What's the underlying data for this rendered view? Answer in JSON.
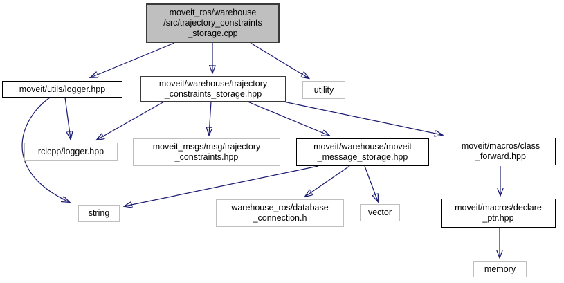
{
  "diagram": {
    "kind": "doxygen-include-dependency-graph",
    "colors": {
      "edge": "#191970",
      "current_node_fill": "#bfbfbf",
      "internal_node_border": "#000000",
      "external_node_border": "#bfbfbf",
      "text": "#000000",
      "background": "#ffffff"
    }
  },
  "nodes": [
    {
      "id": "cpp",
      "label": "moveit_ros/warehouse\n/src/trajectory_constraints\n_storage.cpp",
      "kind": "current"
    },
    {
      "id": "utils-logger",
      "label": "moveit/utils/logger.hpp",
      "kind": "internal"
    },
    {
      "id": "traj-storage",
      "label": "moveit/warehouse/trajectory\n_constraints_storage.hpp",
      "kind": "internal-main"
    },
    {
      "id": "utility",
      "label": "utility",
      "kind": "external"
    },
    {
      "id": "rclcpp-logger",
      "label": "rclcpp/logger.hpp",
      "kind": "external"
    },
    {
      "id": "msgs-traj",
      "label": "moveit_msgs/msg/trajectory\n_constraints.hpp",
      "kind": "external"
    },
    {
      "id": "msg-storage",
      "label": "moveit/warehouse/moveit\n_message_storage.hpp",
      "kind": "internal"
    },
    {
      "id": "class-forward",
      "label": "moveit/macros/class\n_forward.hpp",
      "kind": "internal"
    },
    {
      "id": "string",
      "label": "string",
      "kind": "external"
    },
    {
      "id": "db-connection",
      "label": "warehouse_ros/database\n_connection.h",
      "kind": "external"
    },
    {
      "id": "vector",
      "label": "vector",
      "kind": "external"
    },
    {
      "id": "declare-ptr",
      "label": "moveit/macros/declare\n_ptr.hpp",
      "kind": "internal"
    },
    {
      "id": "memory",
      "label": "memory",
      "kind": "external"
    }
  ],
  "edges": [
    {
      "from": "cpp",
      "to": "utils-logger"
    },
    {
      "from": "cpp",
      "to": "traj-storage"
    },
    {
      "from": "cpp",
      "to": "utility"
    },
    {
      "from": "utils-logger",
      "to": "rclcpp-logger"
    },
    {
      "from": "utils-logger",
      "to": "string"
    },
    {
      "from": "traj-storage",
      "to": "rclcpp-logger"
    },
    {
      "from": "traj-storage",
      "to": "msgs-traj"
    },
    {
      "from": "traj-storage",
      "to": "msg-storage"
    },
    {
      "from": "traj-storage",
      "to": "class-forward"
    },
    {
      "from": "msg-storage",
      "to": "string"
    },
    {
      "from": "msg-storage",
      "to": "db-connection"
    },
    {
      "from": "msg-storage",
      "to": "vector"
    },
    {
      "from": "class-forward",
      "to": "declare-ptr"
    },
    {
      "from": "declare-ptr",
      "to": "memory"
    }
  ]
}
